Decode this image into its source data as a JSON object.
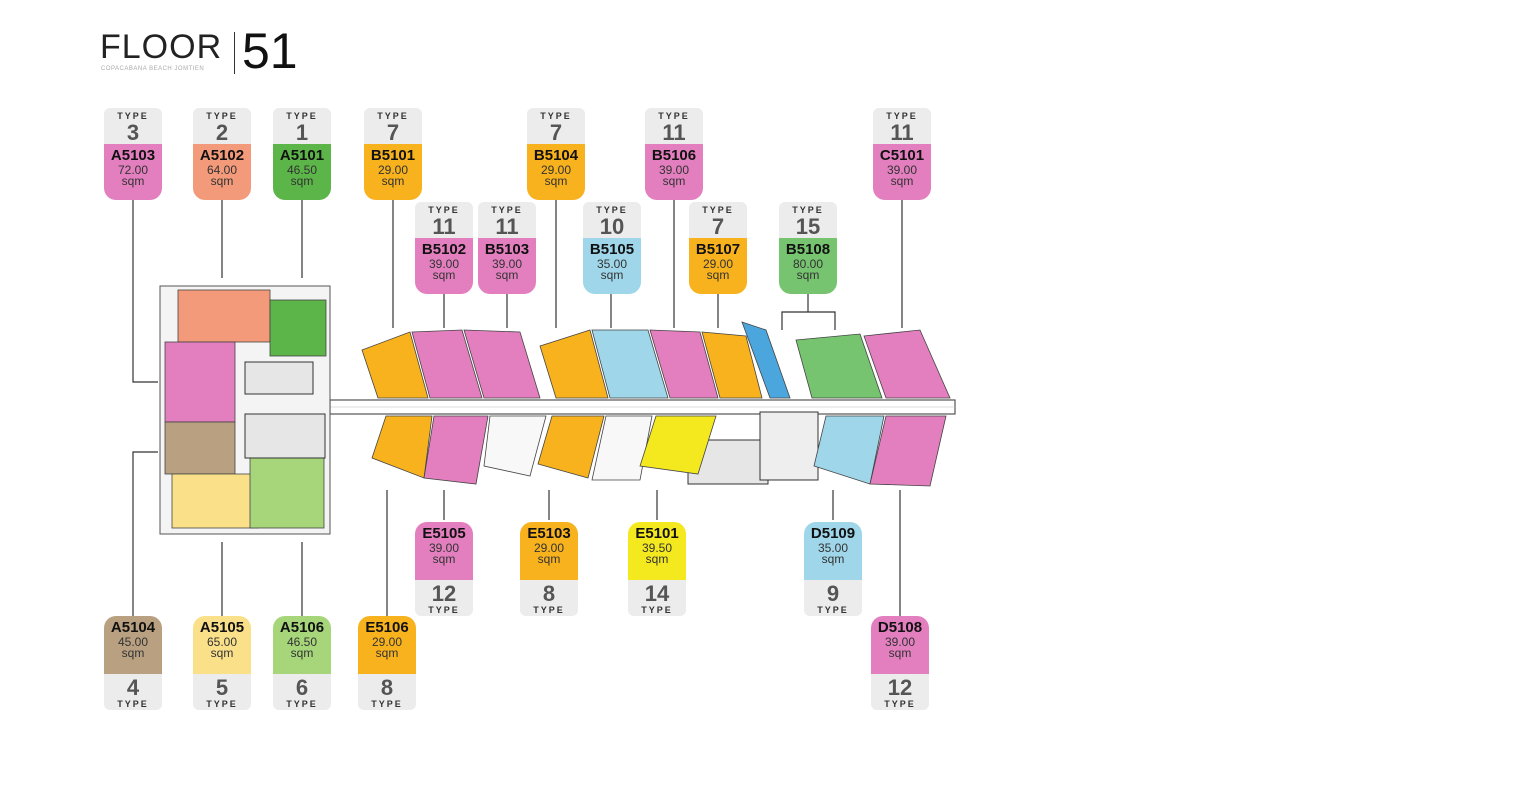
{
  "header": {
    "floor_word": "FLOOR",
    "floor_number": "51",
    "subtitle": "COPACABANA BEACH JOMTIEN"
  },
  "type_word": "TYPE",
  "area_unit": "sqm",
  "colors": {
    "pink": "#e37fbf",
    "salmon": "#f39a7a",
    "green": "#5bb548",
    "orange": "#f7b21d",
    "light_blue": "#9fd6ea",
    "mid_green": "#76c46f",
    "tan": "#b8a081",
    "light_yellow": "#fbe08a",
    "light_green": "#a7d67a",
    "yellow": "#f4e81e"
  },
  "units_top": [
    {
      "code": "A5103",
      "type": "3",
      "area": "72.00",
      "color": "#e37fbf"
    },
    {
      "code": "A5102",
      "type": "2",
      "area": "64.00",
      "color": "#f39a7a"
    },
    {
      "code": "A5101",
      "type": "1",
      "area": "46.50",
      "color": "#5bb548"
    },
    {
      "code": "B5101",
      "type": "7",
      "area": "29.00",
      "color": "#f7b21d"
    },
    {
      "code": "B5104",
      "type": "7",
      "area": "29.00",
      "color": "#f7b21d"
    },
    {
      "code": "B5106",
      "type": "11",
      "area": "39.00",
      "color": "#e37fbf"
    },
    {
      "code": "C5101",
      "type": "11",
      "area": "39.00",
      "color": "#e37fbf"
    },
    {
      "code": "B5102",
      "type": "11",
      "area": "39.00",
      "color": "#e37fbf"
    },
    {
      "code": "B5103",
      "type": "11",
      "area": "39.00",
      "color": "#e37fbf"
    },
    {
      "code": "B5105",
      "type": "10",
      "area": "35.00",
      "color": "#9fd6ea"
    },
    {
      "code": "B5107",
      "type": "7",
      "area": "29.00",
      "color": "#f7b21d"
    },
    {
      "code": "B5108",
      "type": "15",
      "area": "80.00",
      "color": "#76c46f"
    }
  ],
  "units_bottom": [
    {
      "code": "E5105",
      "type": "12",
      "area": "39.00",
      "color": "#e37fbf"
    },
    {
      "code": "E5103",
      "type": "8",
      "area": "29.00",
      "color": "#f7b21d"
    },
    {
      "code": "E5101",
      "type": "14",
      "area": "39.50",
      "color": "#f4e81e"
    },
    {
      "code": "D5109",
      "type": "9",
      "area": "35.00",
      "color": "#9fd6ea"
    },
    {
      "code": "A5104",
      "type": "4",
      "area": "45.00",
      "color": "#b8a081"
    },
    {
      "code": "A5105",
      "type": "5",
      "area": "65.00",
      "color": "#fbe08a"
    },
    {
      "code": "A5106",
      "type": "6",
      "area": "46.50",
      "color": "#a7d67a"
    },
    {
      "code": "E5106",
      "type": "8",
      "area": "29.00",
      "color": "#f7b21d"
    },
    {
      "code": "D5108",
      "type": "12",
      "area": "39.00",
      "color": "#e37fbf"
    }
  ]
}
